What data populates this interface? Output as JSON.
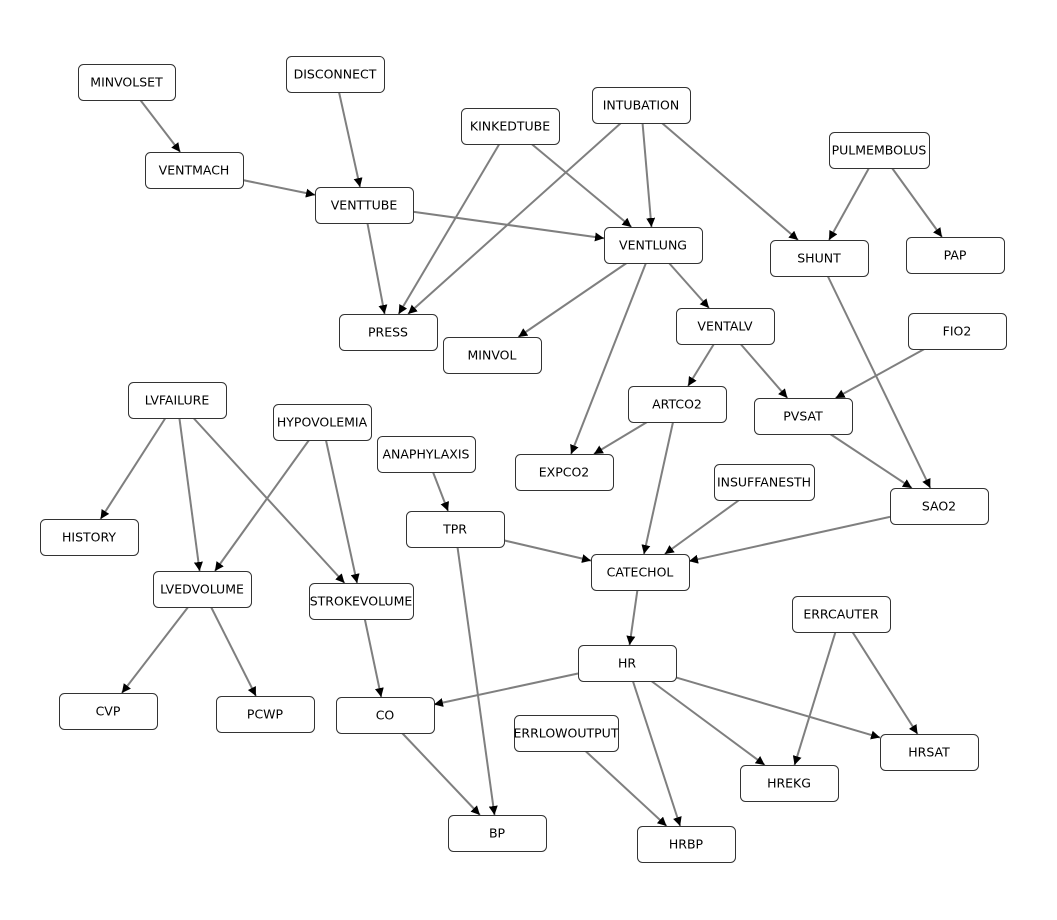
{
  "diagram": {
    "type": "directed-graph",
    "nodes": [
      {
        "id": "MINVOLSET",
        "label": "MINVOLSET"
      },
      {
        "id": "DISCONNECT",
        "label": "DISCONNECT"
      },
      {
        "id": "VENTMACH",
        "label": "VENTMACH"
      },
      {
        "id": "VENTTUBE",
        "label": "VENTTUBE"
      },
      {
        "id": "KINKEDTUBE",
        "label": "KINKEDTUBE"
      },
      {
        "id": "INTUBATION",
        "label": "INTUBATION"
      },
      {
        "id": "PULMEMBOLUS",
        "label": "PULMEMBOLUS"
      },
      {
        "id": "VENTLUNG",
        "label": "VENTLUNG"
      },
      {
        "id": "SHUNT",
        "label": "SHUNT"
      },
      {
        "id": "PAP",
        "label": "PAP"
      },
      {
        "id": "PRESS",
        "label": "PRESS"
      },
      {
        "id": "MINVOL",
        "label": "MINVOL"
      },
      {
        "id": "VENTALV",
        "label": "VENTALV"
      },
      {
        "id": "FIO2",
        "label": "FIO2"
      },
      {
        "id": "LVFAILURE",
        "label": "LVFAILURE"
      },
      {
        "id": "HYPOVOLEMIA",
        "label": "HYPOVOLEMIA"
      },
      {
        "id": "ANAPHYLAXIS",
        "label": "ANAPHYLAXIS"
      },
      {
        "id": "ARTCO2",
        "label": "ARTCO2"
      },
      {
        "id": "PVSAT",
        "label": "PVSAT"
      },
      {
        "id": "EXPCO2",
        "label": "EXPCO2"
      },
      {
        "id": "INSUFFANESTH",
        "label": "INSUFFANESTH"
      },
      {
        "id": "SAO2",
        "label": "SAO2"
      },
      {
        "id": "HISTORY",
        "label": "HISTORY"
      },
      {
        "id": "TPR",
        "label": "TPR"
      },
      {
        "id": "CATECHOL",
        "label": "CATECHOL"
      },
      {
        "id": "LVEDVOLUME",
        "label": "LVEDVOLUME"
      },
      {
        "id": "STROKEVOLUME",
        "label": "STROKEVOLUME"
      },
      {
        "id": "ERRCAUTER",
        "label": "ERRCAUTER"
      },
      {
        "id": "HR",
        "label": "HR"
      },
      {
        "id": "CVP",
        "label": "CVP"
      },
      {
        "id": "PCWP",
        "label": "PCWP"
      },
      {
        "id": "CO",
        "label": "CO"
      },
      {
        "id": "ERRLOWOUTPUT",
        "label": "ERRLOWOUTPUT"
      },
      {
        "id": "HRSAT",
        "label": "HRSAT"
      },
      {
        "id": "HREKG",
        "label": "HREKG"
      },
      {
        "id": "BP",
        "label": "BP"
      },
      {
        "id": "HRBP",
        "label": "HRBP"
      }
    ],
    "edges": [
      {
        "from": "MINVOLSET",
        "to": "VENTMACH"
      },
      {
        "from": "VENTMACH",
        "to": "VENTTUBE"
      },
      {
        "from": "DISCONNECT",
        "to": "VENTTUBE"
      },
      {
        "from": "VENTTUBE",
        "to": "PRESS"
      },
      {
        "from": "VENTTUBE",
        "to": "VENTLUNG"
      },
      {
        "from": "KINKEDTUBE",
        "to": "PRESS"
      },
      {
        "from": "KINKEDTUBE",
        "to": "VENTLUNG"
      },
      {
        "from": "INTUBATION",
        "to": "PRESS"
      },
      {
        "from": "INTUBATION",
        "to": "VENTLUNG"
      },
      {
        "from": "INTUBATION",
        "to": "SHUNT"
      },
      {
        "from": "PULMEMBOLUS",
        "to": "SHUNT"
      },
      {
        "from": "PULMEMBOLUS",
        "to": "PAP"
      },
      {
        "from": "VENTLUNG",
        "to": "MINVOL"
      },
      {
        "from": "VENTLUNG",
        "to": "VENTALV"
      },
      {
        "from": "VENTLUNG",
        "to": "EXPCO2"
      },
      {
        "from": "VENTALV",
        "to": "ARTCO2"
      },
      {
        "from": "VENTALV",
        "to": "PVSAT"
      },
      {
        "from": "FIO2",
        "to": "PVSAT"
      },
      {
        "from": "ARTCO2",
        "to": "EXPCO2"
      },
      {
        "from": "ARTCO2",
        "to": "CATECHOL"
      },
      {
        "from": "PVSAT",
        "to": "SAO2"
      },
      {
        "from": "SHUNT",
        "to": "SAO2"
      },
      {
        "from": "SAO2",
        "to": "CATECHOL"
      },
      {
        "from": "INSUFFANESTH",
        "to": "CATECHOL"
      },
      {
        "from": "TPR",
        "to": "CATECHOL"
      },
      {
        "from": "ANAPHYLAXIS",
        "to": "TPR"
      },
      {
        "from": "TPR",
        "to": "BP"
      },
      {
        "from": "CATECHOL",
        "to": "HR"
      },
      {
        "from": "LVFAILURE",
        "to": "HISTORY"
      },
      {
        "from": "LVFAILURE",
        "to": "LVEDVOLUME"
      },
      {
        "from": "LVFAILURE",
        "to": "STROKEVOLUME"
      },
      {
        "from": "HYPOVOLEMIA",
        "to": "LVEDVOLUME"
      },
      {
        "from": "HYPOVOLEMIA",
        "to": "STROKEVOLUME"
      },
      {
        "from": "LVEDVOLUME",
        "to": "CVP"
      },
      {
        "from": "LVEDVOLUME",
        "to": "PCWP"
      },
      {
        "from": "STROKEVOLUME",
        "to": "CO"
      },
      {
        "from": "HR",
        "to": "CO"
      },
      {
        "from": "HR",
        "to": "HRBP"
      },
      {
        "from": "HR",
        "to": "HREKG"
      },
      {
        "from": "HR",
        "to": "HRSAT"
      },
      {
        "from": "ERRCAUTER",
        "to": "HREKG"
      },
      {
        "from": "ERRCAUTER",
        "to": "HRSAT"
      },
      {
        "from": "ERRLOWOUTPUT",
        "to": "HRBP"
      },
      {
        "from": "CO",
        "to": "BP"
      }
    ]
  }
}
